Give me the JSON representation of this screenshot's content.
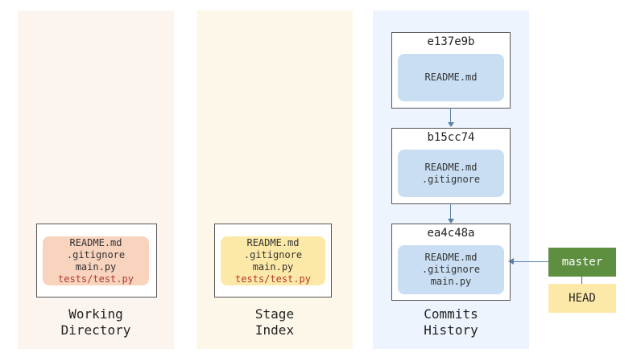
{
  "working_directory": {
    "label_line1": "Working",
    "label_line2": "Directory",
    "files": [
      "README.md",
      ".gitignore",
      "main.py",
      "tests/test.py"
    ]
  },
  "stage_index": {
    "label_line1": "Stage",
    "label_line2": "Index",
    "files": [
      "README.md",
      ".gitignore",
      "main.py",
      "tests/test.py"
    ]
  },
  "commits_history": {
    "label_line1": "Commits",
    "label_line2": "History",
    "commits": [
      {
        "hash": "e137e9b",
        "files": [
          "README.md"
        ]
      },
      {
        "hash": "b15cc74",
        "files": [
          "README.md",
          ".gitignore"
        ]
      },
      {
        "hash": "ea4c48a",
        "files": [
          "README.md",
          ".gitignore",
          "main.py"
        ]
      }
    ]
  },
  "refs": {
    "branch": "master",
    "head": "HEAD"
  },
  "colors": {
    "working_fill": "#f8d3be",
    "stage_fill": "#fde9a7",
    "commit_fill": "#c9def2",
    "untracked_text": "#b03a2e",
    "branch_fill": "#5e8f41",
    "head_fill": "#fde9a7",
    "arrow": "#5a7fa6"
  }
}
